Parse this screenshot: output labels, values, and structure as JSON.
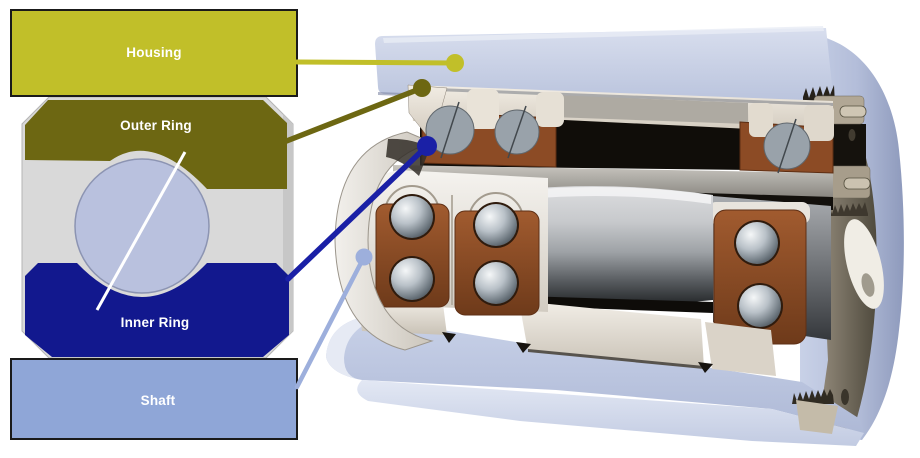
{
  "legend": {
    "items": [
      {
        "id": "housing",
        "label": "Housing",
        "color": "#C1BF29"
      },
      {
        "id": "outer-ring",
        "label": "Outer Ring",
        "color": "#6D6712"
      },
      {
        "id": "inner-ring",
        "label": "Inner Ring",
        "color": "#12188E"
      },
      {
        "id": "shaft",
        "label": "Shaft",
        "color": "#8FA6D7"
      }
    ],
    "ball_color": "#B9C1DE",
    "body_color": "#D9D9D9"
  },
  "callouts": [
    {
      "target": "housing",
      "color": "#C1BF29"
    },
    {
      "target": "outer-ring",
      "color": "#6D6712"
    },
    {
      "target": "inner-ring",
      "color": "#1A20A6"
    },
    {
      "target": "shaft",
      "color": "#9DAFDC"
    }
  ]
}
